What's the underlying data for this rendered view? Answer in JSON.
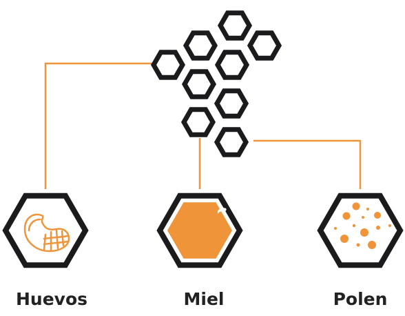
{
  "labels": {
    "huevos": "Huevos",
    "miel": "Miel",
    "polen": "Polen"
  },
  "colors": {
    "outline": "#1b1b1d",
    "accent": "#f0943a",
    "background": "#ffffff"
  },
  "icons": {
    "honeycomb": "honeycomb-cluster-icon",
    "huevos": "larva-icon",
    "miel": "honey-drop-icon",
    "polen": "pollen-dots-icon"
  }
}
